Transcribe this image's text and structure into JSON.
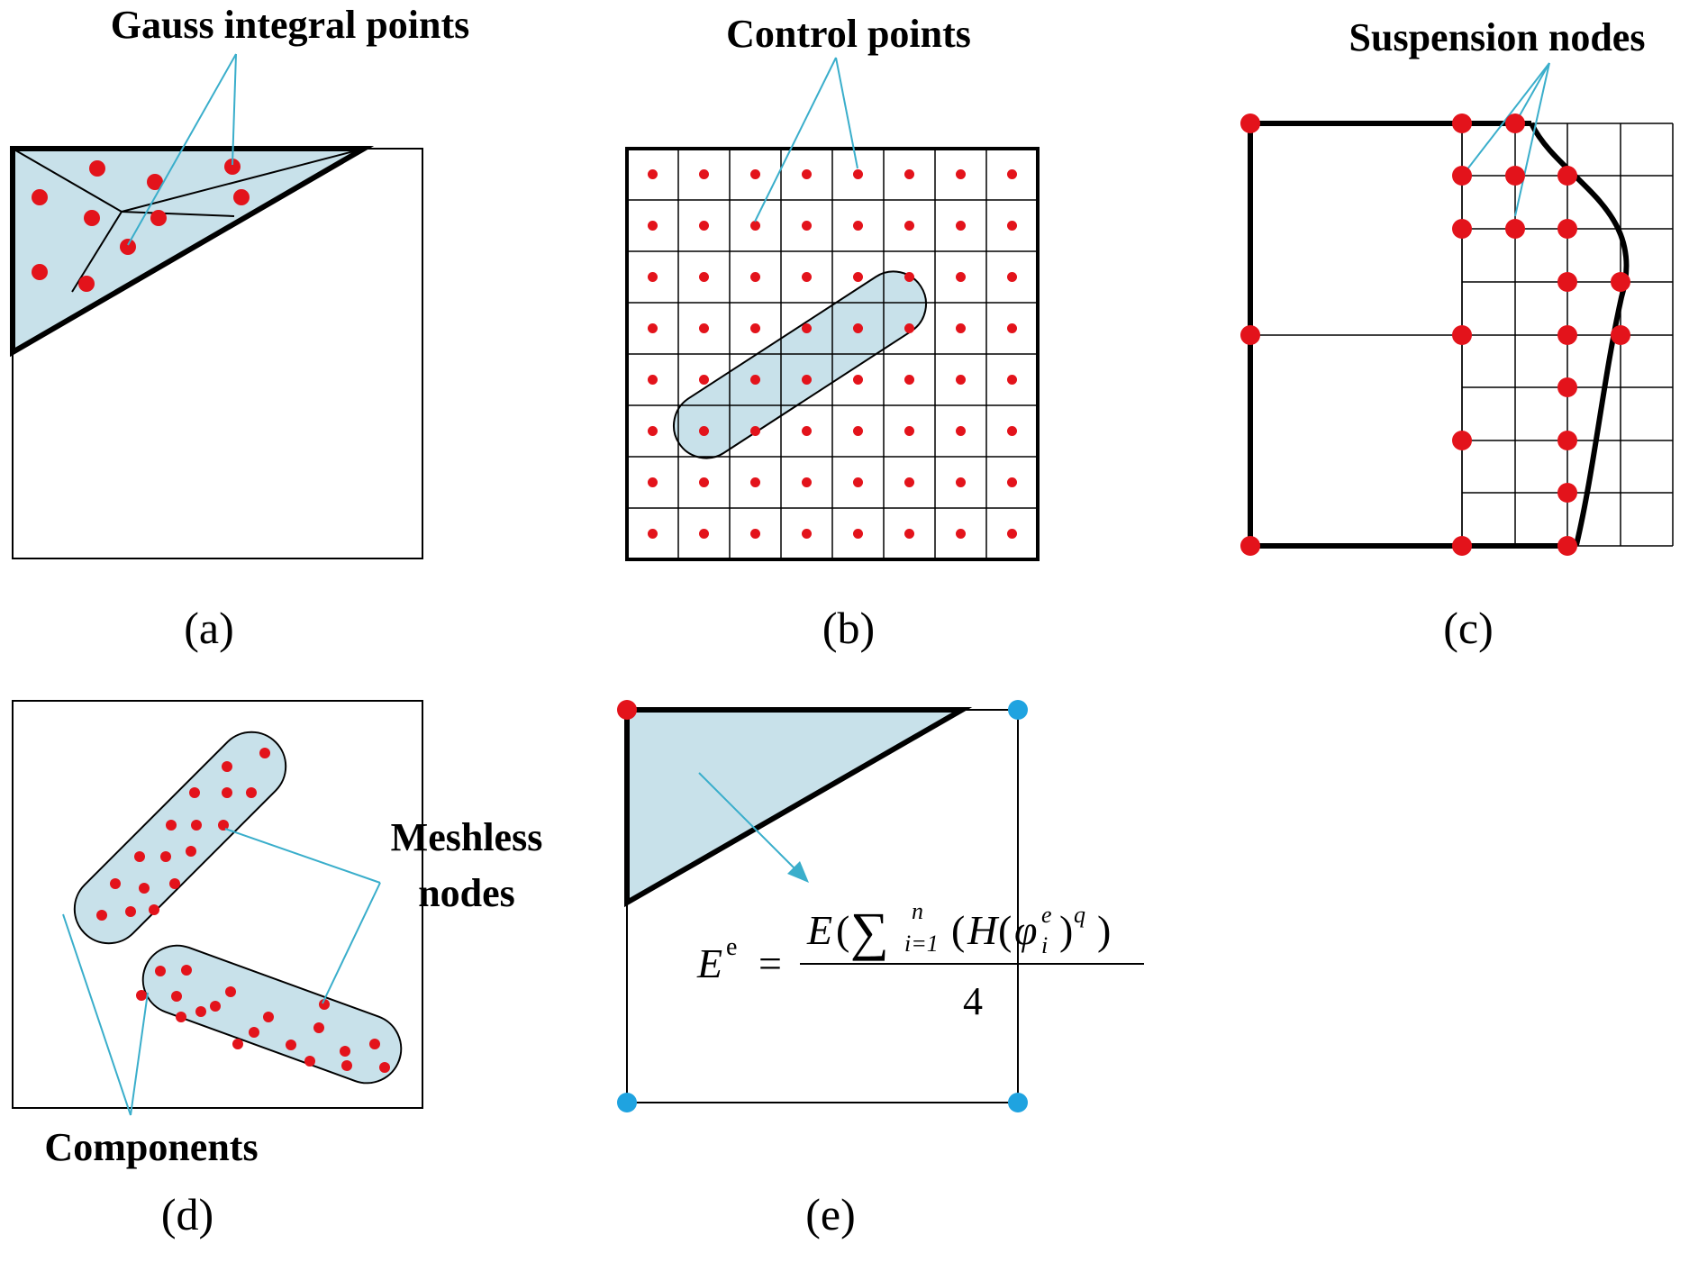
{
  "colors": {
    "red_point": "#e3131b",
    "blue_node": "#1fa3e0",
    "fill_region": "#c8e1ea",
    "leader": "#3aaecb",
    "stroke": "#000000"
  },
  "panel_a": {
    "label": "Gauss integral points",
    "caption": "(a)"
  },
  "panel_b": {
    "label": "Control points",
    "caption": "(b)"
  },
  "panel_c": {
    "label": "Suspension nodes",
    "caption": "(c)"
  },
  "panel_d": {
    "label_meshless_line1": "Meshless",
    "label_meshless_line2": "nodes",
    "label_components": "Components",
    "caption": "(d)"
  },
  "panel_e": {
    "caption": "(e)",
    "formula": {
      "lhs_E": "E",
      "lhs_sup": "e",
      "equals": "=",
      "num_E": "E",
      "num_open": "(",
      "sum": "∑",
      "sum_sup": "n",
      "sum_sub": "i=1",
      "paren_open": "(",
      "H": "H",
      "H_open": "(",
      "phi": "φ",
      "phi_sup": "e",
      "phi_sub": "i",
      "close_q": ")",
      "q": "q",
      "final_close": ")",
      "denominator": "4"
    }
  }
}
